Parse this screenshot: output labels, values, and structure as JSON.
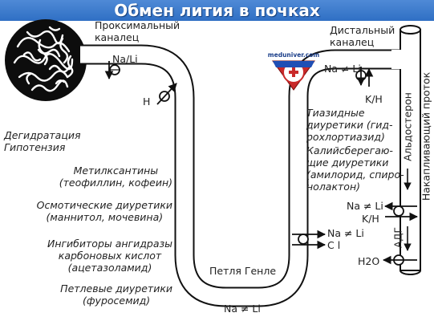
{
  "title": "Обмен лития в почках",
  "watermark": "meduniver.com",
  "segments": {
    "proximal": [
      "Проксимальный",
      "каналец"
    ],
    "distal": [
      "Дистальный",
      "каналец"
    ],
    "loop": "Петля Генле",
    "collecting": "Накапливающий проток"
  },
  "transport": {
    "proximal_nali": "Na/Li",
    "proximal_h": "H",
    "distal_nali": "Na ≠ Li",
    "distal_kh": "K/H",
    "loop_nali": "Na ≠ Li",
    "asc_nali": "Na ≠ Li",
    "asc_cl": "C l",
    "duct_nali": "Na ≠ Li",
    "duct_kh": "K/H",
    "duct_h2o": "H2O"
  },
  "hormones": {
    "aldosterone": "Альдостерон",
    "adh": "АДГ"
  },
  "conditions": [
    "Дегидратация",
    "Гипотензия"
  ],
  "drugs": {
    "methylxanthines": [
      "Метилксантины",
      "(теофиллин, кофеин)"
    ],
    "osmotic": [
      "Осмотические диуретики",
      "(маннитол, мочевина)"
    ],
    "cai": [
      "Ингибиторы ангидразы",
      "карбоновых кислот",
      "(ацетазоламид)"
    ],
    "loop": [
      "Петлевые диуретики",
      "(фуросемид)"
    ],
    "thiazide": [
      "Тиазидные",
      "диуретики (гид-",
      "рохлортиазид)"
    ],
    "k_sparing": [
      "Калийсберегаю-",
      "щие диуретики",
      "(амилорид, спиро-",
      "нолактон)"
    ]
  }
}
